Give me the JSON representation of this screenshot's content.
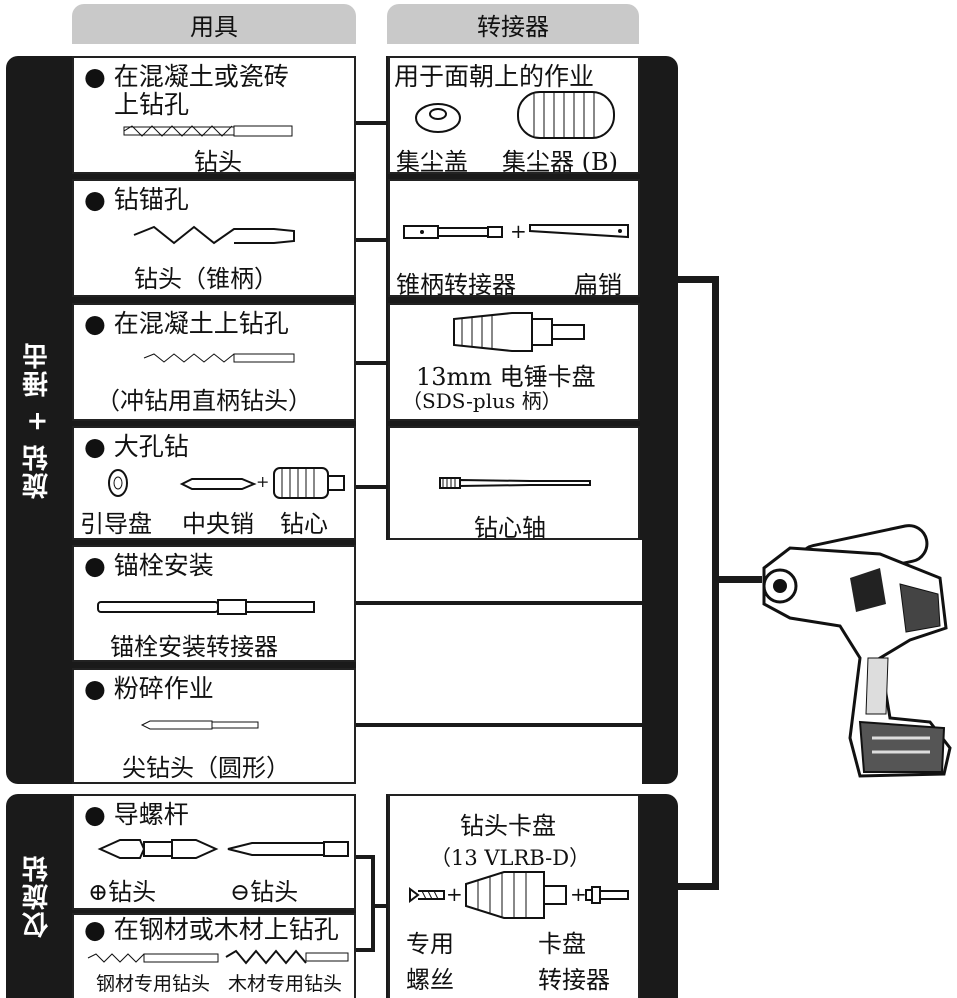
{
  "headers": {
    "tools": "用具",
    "adapters": "转接器"
  },
  "modes": {
    "hammer_drill": "旋钻 + 捶击",
    "rotation_only": "仅旋钻"
  },
  "tools": [
    {
      "title": "● 在混凝土或瓷砖",
      "title2": "上钻孔",
      "caption": "钻头"
    },
    {
      "title": "● 钻锚孔",
      "caption": "钻头（锥柄）"
    },
    {
      "title": "● 在混凝土上钻孔",
      "caption": "（冲钻用直柄钻头）"
    },
    {
      "title": "● 大孔钻",
      "captions": [
        "引导盘",
        "中央销",
        "钻心"
      ]
    },
    {
      "title": "● 锚栓安装",
      "caption": "锚栓安装转接器"
    },
    {
      "title": "● 粉碎作业",
      "caption": "尖钻头（圆形）"
    },
    {
      "title": "● 导螺杆",
      "captions": [
        "⊕钻头",
        "⊖钻头"
      ]
    },
    {
      "title": "● 在钢材或木材上钻孔",
      "captions": [
        "钢材专用钻头",
        "木材专用钻头"
      ]
    }
  ],
  "adapters": [
    {
      "title": "用于面朝上的作业",
      "captions": [
        "集尘盖",
        "集尘器 (B)"
      ]
    },
    {
      "captions": [
        "锥柄转接器",
        "扁销"
      ],
      "plus": "+"
    },
    {
      "caption1": "13mm 电锤卡盘",
      "caption2": "（SDS-plus 柄）"
    },
    {
      "caption": "钻心轴"
    },
    {
      "title1": "钻头卡盘",
      "title2": "（13 VLRB-D）",
      "labels_left": [
        "专用",
        "螺丝"
      ],
      "labels_right": [
        "卡盘",
        "转接器"
      ],
      "plus": "+"
    }
  ]
}
